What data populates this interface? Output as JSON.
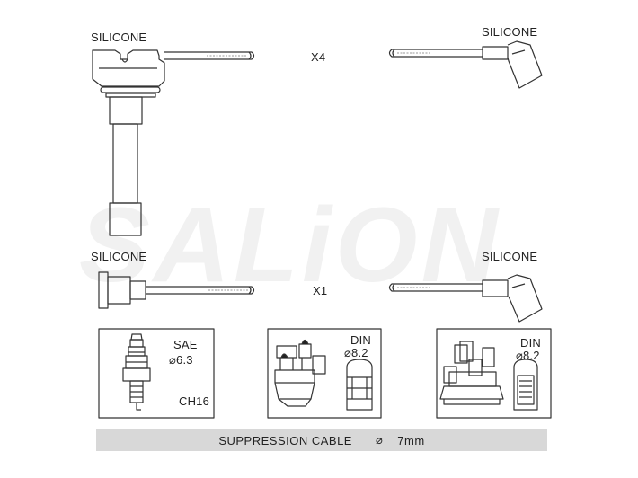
{
  "watermark": "SALiON",
  "labels": {
    "top_left": "SILICONE",
    "top_right": "SILICONE",
    "bottom_left": "SILICONE",
    "bottom_right": "SILICONE",
    "qty_top": "X4",
    "qty_bottom": "X1"
  },
  "panels": {
    "spark": {
      "standard": "SAE",
      "dia_symbol": "⌀",
      "size": "6.3",
      "code": "CH16"
    },
    "dist1": {
      "standard": "DIN",
      "dia_symbol": "⌀",
      "size": "8.2"
    },
    "dist2": {
      "standard": "DIN",
      "dia_symbol": "⌀",
      "size": "8.2"
    }
  },
  "footer": {
    "text": "SUPPRESSION CABLE",
    "dia_symbol": "⌀",
    "value": "7mm"
  },
  "colors": {
    "line": "#333333",
    "footer_bg": "#d8d8d8",
    "panel_border": "#333333"
  }
}
